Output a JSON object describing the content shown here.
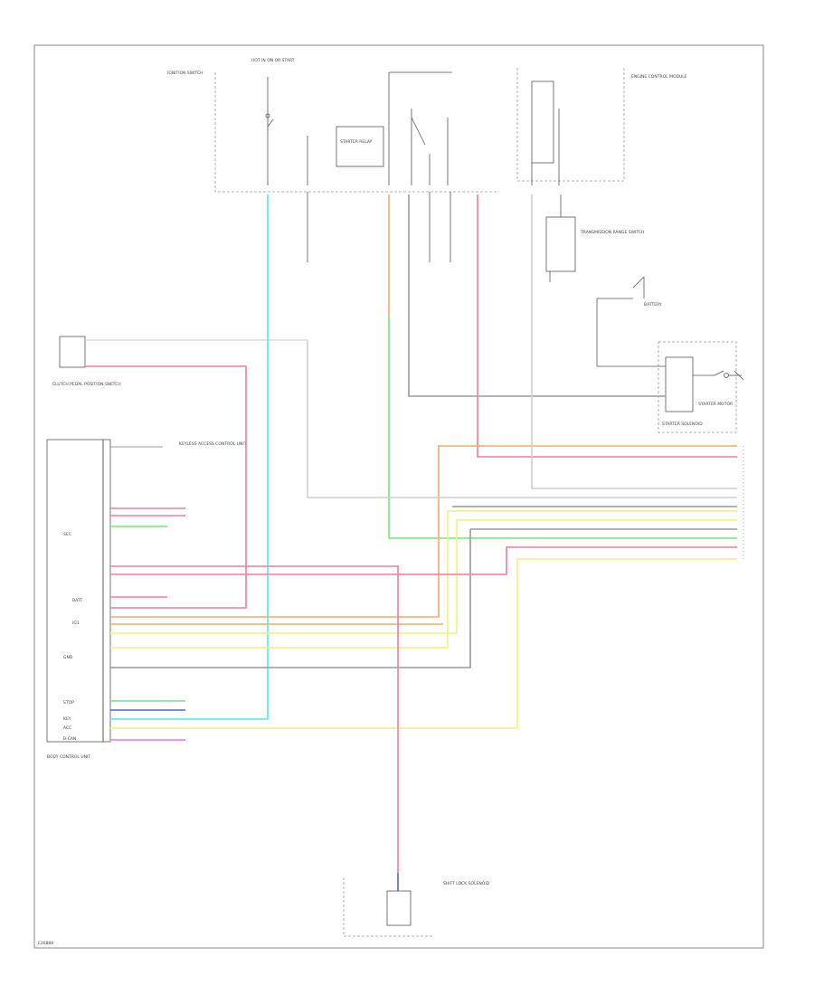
{
  "diagram": {
    "corner_label": "E26888",
    "ignition_switch_label": "IGNITION SWITCH",
    "fuse_label": "HOT IN ON OR START",
    "starter_relay_label": "STARTER RELAY",
    "engine_ecm_label": "ENGINE CONTROL MODULE",
    "battery_label": "BATTERY",
    "starter_motor_label": "STARTER MOTOR",
    "starter_solenoid_label": "STARTER SOLENOID",
    "transmission_range_label": "TRANSMISSION RANGE SWITCH",
    "body_control_unit_label": "BODY CONTROL UNIT",
    "shift_lock_label": "SHIFT LOCK SOLENOID",
    "keyless_label": "KEYLESS ACCESS CONTROL UNIT",
    "clutch_pedal_label": "CLUTCH PEDAL POSITION SWITCH",
    "bcm_pins": [
      "SEC",
      "BATT",
      "IG1",
      "GND",
      "STOP",
      "KEY",
      "ACC",
      "B-CAN"
    ],
    "wire_colors": {
      "cyan": "#59e6e6",
      "pink": "#f07ca0",
      "orange": "#f2ac6b",
      "green": "#7be07b",
      "yellow": "#f4f07a",
      "magenta": "#ee6ef0",
      "gray": "#9a9a9a",
      "light_gray": "#cfcfcf",
      "blue": "#5560e0"
    }
  }
}
